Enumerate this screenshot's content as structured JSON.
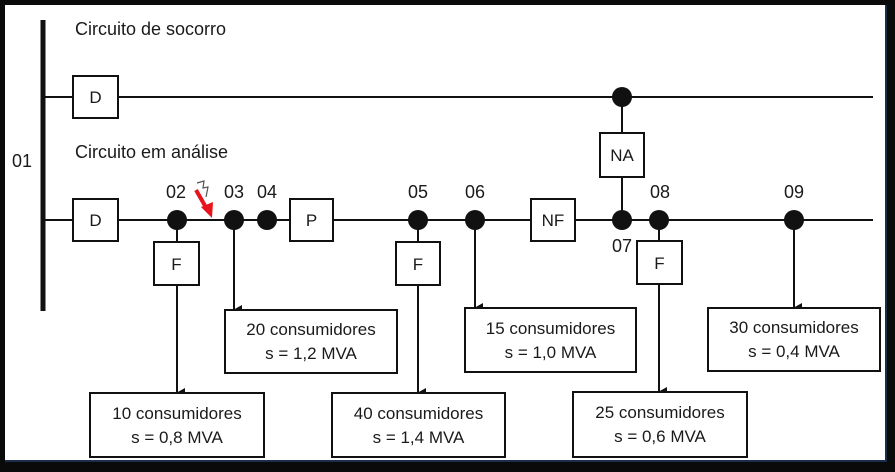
{
  "title_socorro": "Circuito de socorro",
  "title_analise": "Circuito em análise",
  "bus_label": "01",
  "devices": {
    "d_socorro": "D",
    "d_analise": "D",
    "na": "NA",
    "nf": "NF",
    "p": "P",
    "f_02": "F",
    "f_05": "F",
    "f_08": "F"
  },
  "nodes": [
    "02",
    "03",
    "04",
    "05",
    "06",
    "07",
    "08",
    "09"
  ],
  "fault_color": "#e8131b",
  "loads": [
    {
      "node": "02",
      "consumers": "10 consumidores",
      "power": "s = 0,8 MVA"
    },
    {
      "node": "03",
      "consumers": "20 consumidores",
      "power": "s = 1,2 MVA"
    },
    {
      "node": "05",
      "consumers": "40 consumidores",
      "power": "s = 1,4 MVA"
    },
    {
      "node": "06",
      "consumers": "15 consumidores",
      "power": "s = 1,0 MVA"
    },
    {
      "node": "08",
      "consumers": "25 consumidores",
      "power": "s = 0,6 MVA"
    },
    {
      "node": "09",
      "consumers": "30 consumidores",
      "power": "s = 0,4 MVA"
    }
  ]
}
